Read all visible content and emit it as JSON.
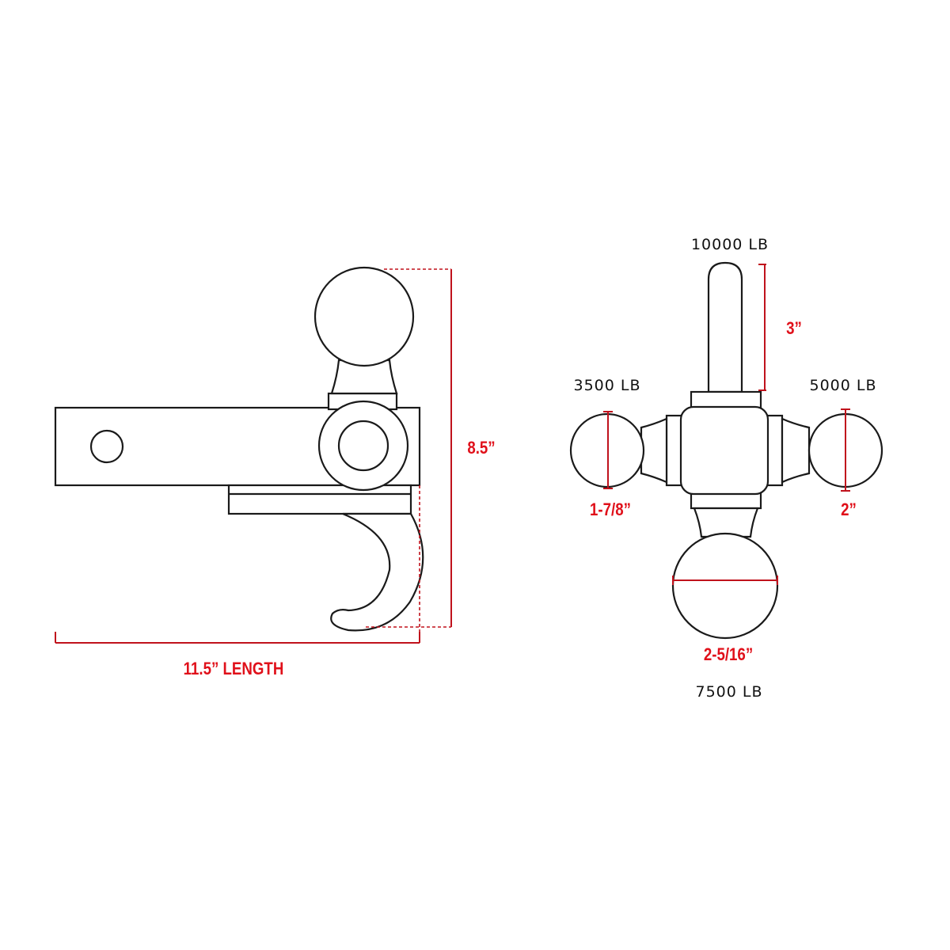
{
  "side_view": {
    "length_label": "11.5” LENGTH",
    "height_label": "8.5”"
  },
  "front_view": {
    "ratings": {
      "top": "10000 LB",
      "left": "3500 LB",
      "right": "5000 LB",
      "bottom": "7500 LB"
    },
    "dimensions": {
      "hook": "3”",
      "left_ball": "1-7/8”",
      "right_ball": "2”",
      "bottom_ball": "2-5/16”"
    }
  },
  "colors": {
    "dimension": "#e0101a",
    "outline": "#1a1a1a",
    "background": "#ffffff"
  }
}
